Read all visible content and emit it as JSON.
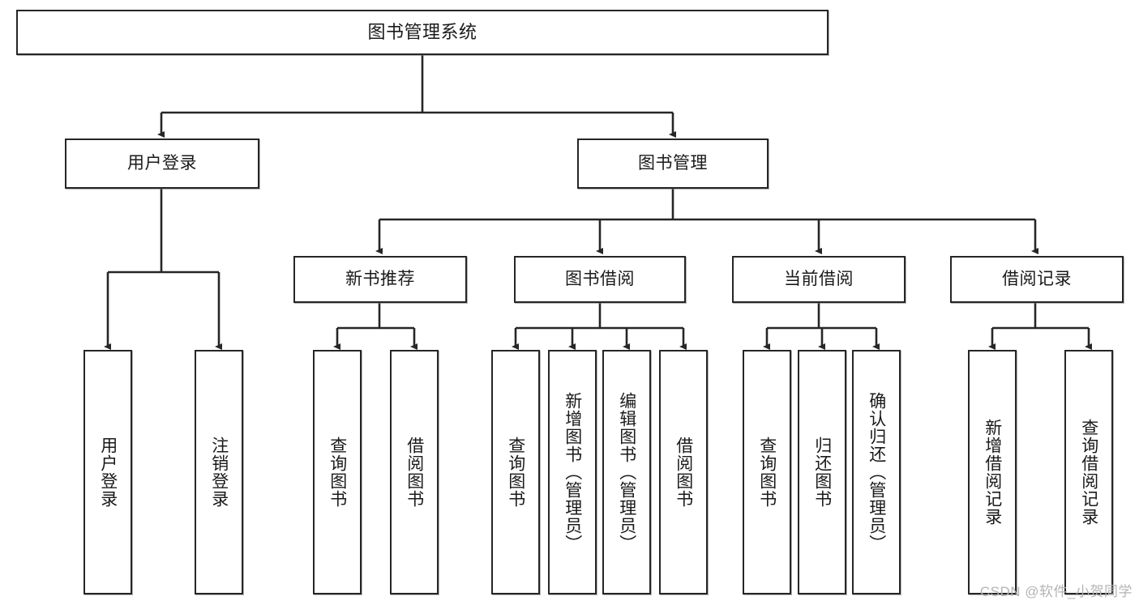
{
  "diagram": {
    "title": "图书管理系统",
    "type": "tree",
    "watermark": "CSDN @软件_小贺同学",
    "colors": {
      "border": "#262626",
      "fill": "#ffffff",
      "text": "#1a1a1a",
      "watermark": "#b4b4b4"
    },
    "root": {
      "label": "图书管理系统"
    },
    "level2": [
      {
        "label": "用户登录"
      },
      {
        "label": "图书管理"
      }
    ],
    "level3": [
      {
        "label": "新书推荐"
      },
      {
        "label": "图书借阅"
      },
      {
        "label": "当前借阅"
      },
      {
        "label": "借阅记录"
      }
    ],
    "leaves": {
      "user_login": [
        {
          "label": "用户登录"
        },
        {
          "label": "注销登录"
        }
      ],
      "new_book_recommend": [
        {
          "label": "查询图书"
        },
        {
          "label": "借阅图书"
        }
      ],
      "book_borrow": [
        {
          "label": "查询图书"
        },
        {
          "label": "新增图书（管理员）"
        },
        {
          "label": "编辑图书（管理员）"
        },
        {
          "label": "借阅图书"
        }
      ],
      "current_borrow": [
        {
          "label": "查询图书"
        },
        {
          "label": "归还图书"
        },
        {
          "label": "确认归还（管理员）"
        }
      ],
      "borrow_record": [
        {
          "label": "新增借阅记录"
        },
        {
          "label": "查询借阅记录"
        }
      ]
    }
  }
}
